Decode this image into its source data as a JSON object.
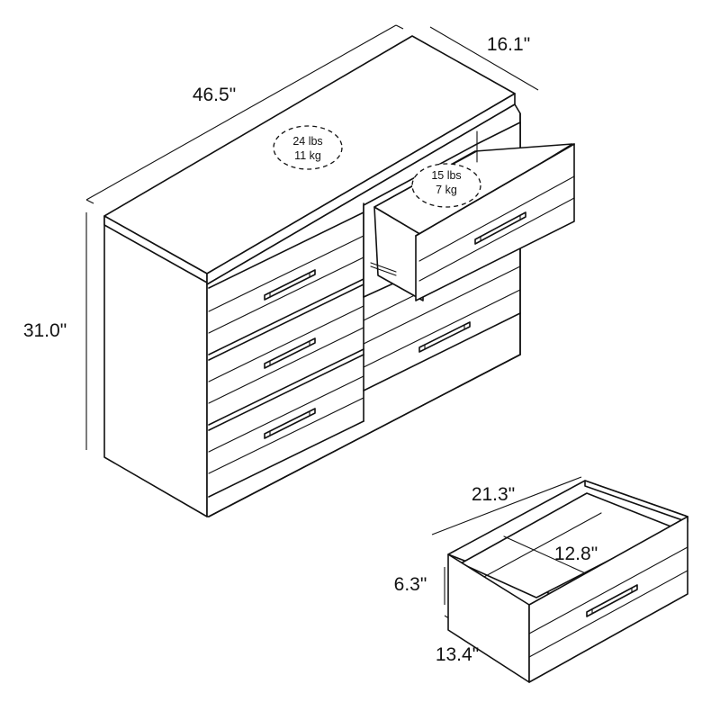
{
  "dimensions": {
    "width": "46.5\"",
    "depth": "16.1\"",
    "height": "31.0\""
  },
  "weight_limits": {
    "top": {
      "lbs": "24 lbs",
      "kg": "11 kg"
    },
    "drawer": {
      "lbs": "15 lbs",
      "kg": "7 kg"
    }
  },
  "drawer_dimensions": {
    "width": "21.3\"",
    "depth": "12.8\"",
    "height": "6.3\"",
    "bottom_depth": "13.4\""
  }
}
